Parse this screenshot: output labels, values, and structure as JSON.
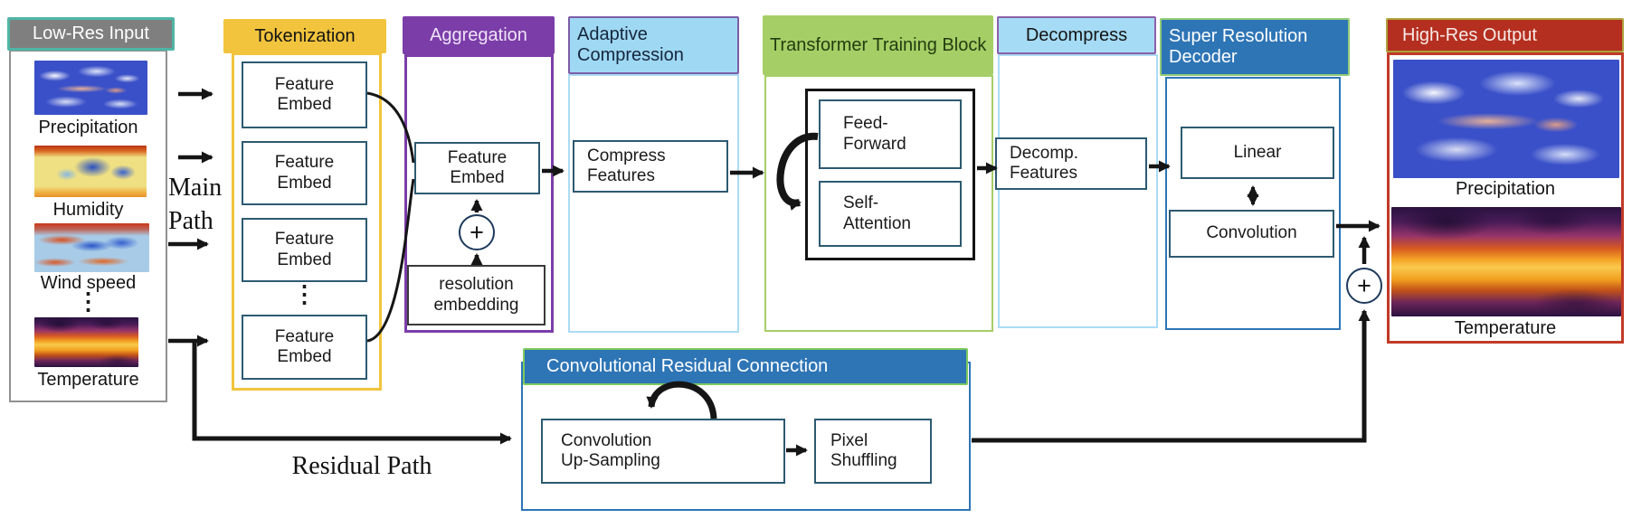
{
  "path_labels": {
    "main": "Main Path",
    "residual": "Residual Path"
  },
  "sections": {
    "low_res_input": {
      "title": "Low-Res Input",
      "items": [
        "Precipitation",
        "Humidity",
        "Wind speed",
        "Temperature"
      ],
      "ellipsis": "⋮"
    },
    "tokenization": {
      "title": "Tokenization",
      "blocks": [
        "Feature Embed",
        "Feature Embed",
        "Feature Embed",
        "Feature Embed"
      ],
      "ellipsis": "⋮"
    },
    "aggregation": {
      "title": "Aggregation",
      "feature_embed": "Feature Embed",
      "plus": "+",
      "resolution_embedding": "resolution embedding"
    },
    "adaptive_compression": {
      "title": "Adaptive Compression",
      "compress_features": "Compress Features"
    },
    "transformer_training_block": {
      "title": "Transformer Training Block",
      "feed_forward": "Feed-Forward",
      "self_attention": "Self-Attention"
    },
    "decompress": {
      "title": "Decompress",
      "decomp_features": "Decomp. Features"
    },
    "super_resolution_decoder": {
      "title": "Super Resolution Decoder",
      "linear": "Linear",
      "convolution": "Convolution"
    },
    "high_res_output": {
      "title": "High-Res Output",
      "items": [
        "Precipitation",
        "Temperature"
      ],
      "plus": "+"
    },
    "convolutional_residual_connection": {
      "title": "Convolutional Residual Connection",
      "convolution_up_sampling": "Convolution Up-Sampling",
      "pixel_shuffling": "Pixel Shuffling"
    }
  },
  "colors": {
    "low_res_header_bg": "#7F7F7F",
    "low_res_header_border": "#50B5A5",
    "tokenization_yellow": "#F2C43D",
    "aggregation_purple": "#7B3DA8",
    "adaptive_compression_bg": "#9FD8F2",
    "adaptive_compression_border": "#7C5DA8",
    "transformer_block_green": "#A5CF66",
    "decompress_bg": "#A5DBF5",
    "decompress_border": "#8B5FA8",
    "decoder_blue": "#2E75B6",
    "decoder_border_green": "#93CB78",
    "high_res_header_bg": "#B52F20",
    "high_res_box_border": "#C13A28",
    "high_res_header_border": "#ADA23B",
    "residual_header_border": "#7DC95E",
    "inner_box_border": "#2D5A71",
    "arrow_black": "#151515"
  }
}
